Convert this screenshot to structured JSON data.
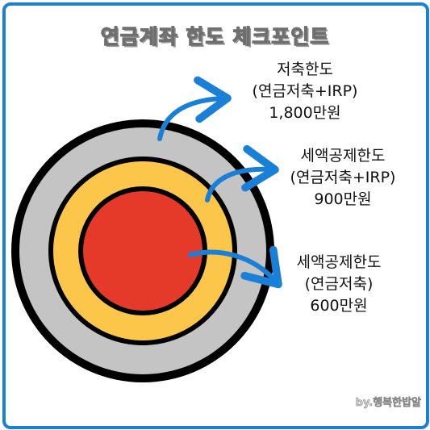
{
  "title": "연금계좌 한도 체크포인트",
  "rings": {
    "outer": {
      "color": "#c4c4c4",
      "label": [
        "저축한도",
        "(연금저축+IRP)",
        "1,800만원"
      ]
    },
    "middle": {
      "color": "#fcc64a",
      "label": [
        "세액공제한도",
        "(연금저축+IRP)",
        "900만원"
      ]
    },
    "inner": {
      "color": "#e53a2a",
      "label": [
        "세액공제한도",
        "(연금저축)",
        "600만원"
      ]
    }
  },
  "colors": {
    "border": "#1a7fd6",
    "arrow": "#1a7fd6",
    "outline": "#000000"
  },
  "credit": "by.행복한밥알"
}
